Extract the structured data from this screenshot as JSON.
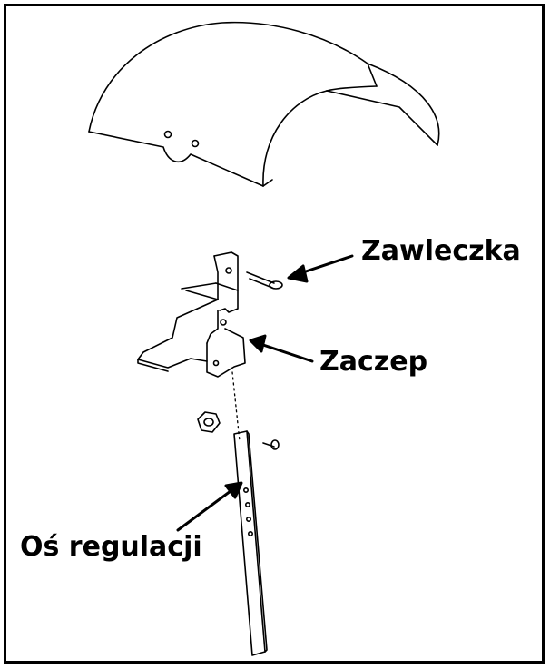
{
  "callouts": {
    "cotter_pin": "Zawleczka",
    "hitch": "Zaczep",
    "adjustment_axis": "Oś regulacji"
  },
  "colors": {
    "line": "#000000",
    "background": "#ffffff"
  }
}
